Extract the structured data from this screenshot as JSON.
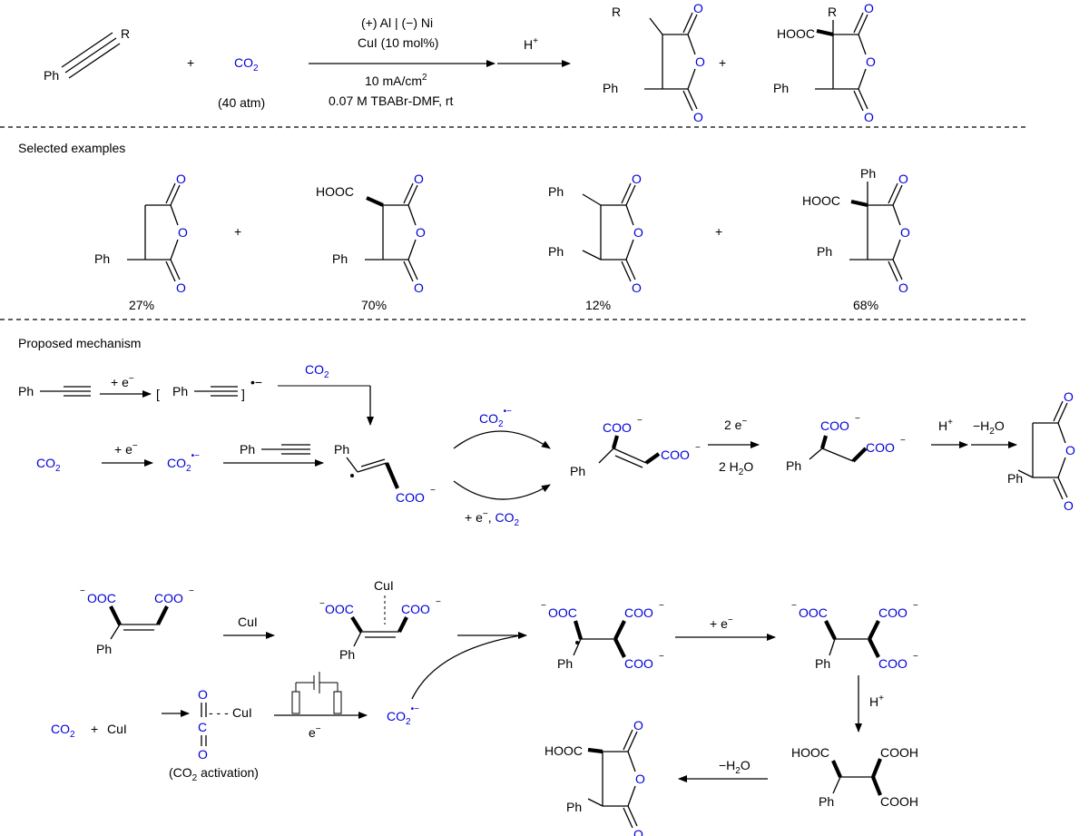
{
  "scheme": {
    "alkyne_r": "R",
    "ph": "Ph",
    "plus": "+",
    "co2": "CO",
    "co2_sub": "2",
    "pressure": "(40 atm)",
    "cond1": "(+) Al | (−) Ni",
    "cond2": "CuI (10 mol%)",
    "cond3_main": "10 mA/cm",
    "cond3_sup": "2",
    "cond4": "0.07 M TBABr-DMF, rt",
    "acid": "H",
    "acid_sup": "+",
    "o": "O",
    "r": "R",
    "hooc": "HOOC"
  },
  "examples": {
    "title": "Selected examples",
    "yields": [
      "27%",
      "70%",
      "12%",
      "68%"
    ]
  },
  "mechanism": {
    "title": "Proposed mechanism",
    "e_minus": "+ e",
    "sup_minus": "−",
    "radical_anion": "•−",
    "coo": "COO",
    "ooc": "OOC",
    "two_e": "2 e",
    "two_h2o": "2 H",
    "h2o_o": "O",
    "minus_h2o": "−H",
    "e_co2": "+ e",
    "cui": "CuI",
    "cooh": "COOH",
    "hooc": "HOOC",
    "co2_activation": "(CO",
    "co2_activation_tail": " activation)",
    "e_only": "e",
    "c": "C"
  }
}
